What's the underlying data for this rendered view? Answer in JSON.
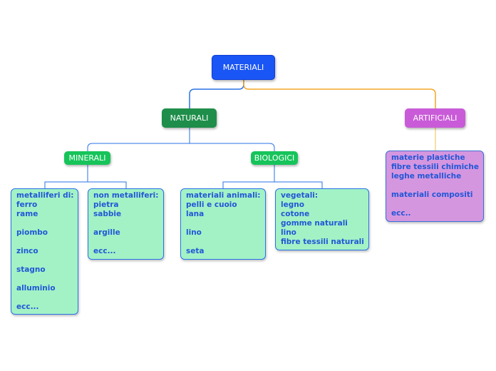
{
  "diagram": {
    "root": "MATERIALI",
    "naturali": "NATURALI",
    "artificiali": "ARTIFICIALI",
    "minerali": "MINERALI",
    "biologici": "BIOLOGICI",
    "metalliferi": "metalliferi di:\nferro\nrame\n\npiombo\n\nzinco\n\nstagno\n\nalluminio\n\necc...",
    "non_metalliferi": "non metalliferi:\npietra\nsabbie\n\nargille\n\necc...",
    "animali": "materiali animali:\npelli e cuoio\nlana\n\nlino\n\nseta",
    "vegetali": "vegetali:\nlegno\ncotone\ngomme naturali\nlino\nfibre tessili naturali",
    "artificiali_list": "materie plastiche\nfibre tessili chimiche\nleghe metalliche\n\nmateriali compositi\n\necc.."
  },
  "colors": {
    "root": "#1a55f5",
    "naturali": "#1e8e4a",
    "artificiali": "#c95bd8",
    "subcategory": "#16c45a",
    "card_green": "#a2f2c6",
    "card_pink": "#d596e0",
    "card_text": "#2257d6",
    "link_blue": "#2a72e6",
    "link_orange": "#f5a623"
  }
}
